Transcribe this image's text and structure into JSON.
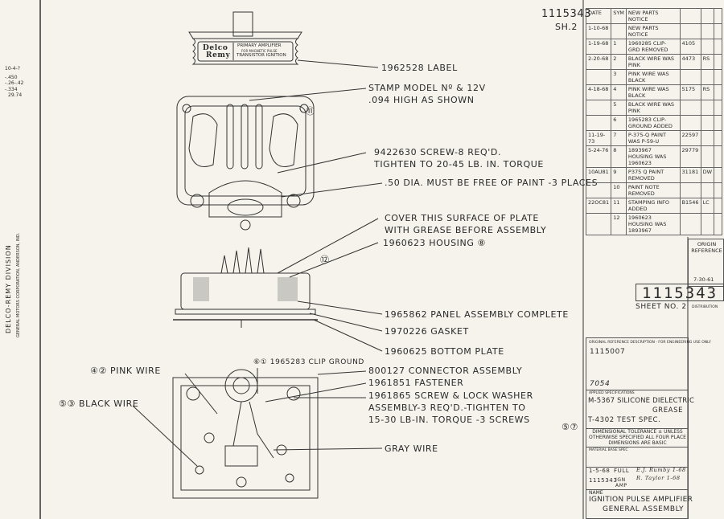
{
  "header": {
    "drawing_no": "1115343",
    "sheet": "SH.2"
  },
  "left_notes": [
    "10-4-?",
    "-.450",
    "-.26-.42",
    "-.334",
    "29.74"
  ],
  "division": {
    "name": "DELCO-REMY DIVISION",
    "corp": "GENERAL MOTORS CORPORATION, ANDERSON, IND."
  },
  "label_art": {
    "brand1": "Delco",
    "brand2": "Remy",
    "line1": "PRIMARY AMPLIFIER",
    "line2": "FOR MAGNETIC PULSE",
    "line3": "TRANSISTOR IGNITION"
  },
  "callouts": {
    "label": "1962528 LABEL",
    "stamp1": "STAMP MODEL Nº & 12V",
    "stamp2": ".094 HIGH AS SHOWN",
    "n11": "⑪",
    "screw1": "9422630   SCREW-8 REQ'D.",
    "screw2": "TIGHTEN TO 20-45 LB. IN. TORQUE",
    "dia": ".50 DIA. MUST BE FREE OF PAINT -3 PLACES",
    "cover1": "COVER THIS SURFACE OF PLATE",
    "cover2": "WITH GREASE BEFORE ASSEMBLY",
    "housing": "1960623    HOUSING ⑧",
    "n12": "⑫",
    "panel": "1965862  PANEL ASSEMBLY COMPLETE",
    "gasket": "1970226 GASKET",
    "bottom": "1960625 BOTTOM PLATE",
    "pink": "④② PINK WIRE",
    "clip": "⑥① 1965283 CLIP GROUND",
    "connector": "800127  CONNECTOR ASSEMBLY",
    "fastener": "1961851 FASTENER",
    "lock1": "1961865 SCREW & LOCK WASHER",
    "lock2": "ASSEMBLY-3 REQ'D.-TIGHTEN TO",
    "lock3": "15-30 LB-IN. TORQUE -3 SCREWS",
    "n57": "⑤⑦",
    "black": "⑤③ BLACK WIRE",
    "gray": "GRAY WIRE"
  },
  "revisions": {
    "headers": [
      "DATE",
      "SYM",
      "NEW PARTS NOTICE",
      "",
      "",
      ""
    ],
    "rows": [
      [
        "1-10-68",
        "",
        "NEW PARTS NOTICE",
        "",
        "",
        ""
      ],
      [
        "1-19-68",
        "1",
        "1960285 CLIP-GRD REMOVED",
        "4105",
        "",
        "",
        ""
      ],
      [
        "2-20-68",
        "2",
        "BLACK WIRE WAS PINK",
        "4473",
        "RS",
        ""
      ],
      [
        "",
        "3",
        "PINK WIRE WAS BLACK",
        "",
        "",
        ""
      ],
      [
        "4-18-68",
        "4",
        "PINK WIRE WAS BLACK",
        "5175",
        "RS",
        ""
      ],
      [
        "",
        "5",
        "BLACK WIRE WAS PINK",
        "",
        "",
        ""
      ],
      [
        "",
        "6",
        "1965283 CLIP-GROUND ADDED",
        "",
        "",
        ""
      ],
      [
        "11-19-73",
        "7",
        "P-375-Q PAINT WAS P-59-U",
        "22597",
        "",
        ""
      ],
      [
        "5-24-76",
        "8",
        "1893967 HOUSING WAS 1960623",
        "29779",
        "",
        ""
      ],
      [
        "10AU81",
        "9",
        "P375 Q PAINT REMOVED",
        "31181",
        "DW",
        ""
      ],
      [
        "",
        "10",
        "PAINT NOTE REMOVED",
        "",
        "",
        ""
      ],
      [
        "22OC81",
        "11",
        "STAMPING INFO ADDED",
        "B1546",
        "LC",
        ""
      ],
      [
        "",
        "12",
        "1960623 HOUSING WAS 1893967",
        "",
        "",
        ""
      ]
    ]
  },
  "side_block": {
    "title": "ORIGIN REFERENCE",
    "entry": "7-30-61"
  },
  "big_stamp": {
    "number": "1115343",
    "sheet_label": "SHEET NO. 2",
    "distribution": "DISTRIBUTION"
  },
  "title_block": {
    "ref_label": "ORIGINAL REFERENCE DESCRIPTION - FOR ENGINEERING USE ONLY",
    "ref_value": "1115007",
    "ref_note": "7054",
    "spec_label": "APPLIED SPECIFICATIONS",
    "spec1": "M-5367 SILICONE DIELECTRIC",
    "spec1b": "GREASE",
    "spec2": "T-4302 TEST SPEC.",
    "tolerance": "DIMENSIONAL TOLERANCE ± UNLESS OTHERWISE SPECIFIED ALL FOUR PLACE DIMENSIONS ARE BASIC",
    "material": "MATERIAL BASE SPEC",
    "date": "1-5-68",
    "scale": "FULL",
    "first_used": "1115343",
    "first_used2": "IGN AMP",
    "drawn": "E.J. Rumby 1-68",
    "checked": "R. Taylor 1-68",
    "name_label": "NAME",
    "name1": "IGNITION PULSE AMPLIFIER",
    "name2": "GENERAL ASSEMBLY"
  }
}
